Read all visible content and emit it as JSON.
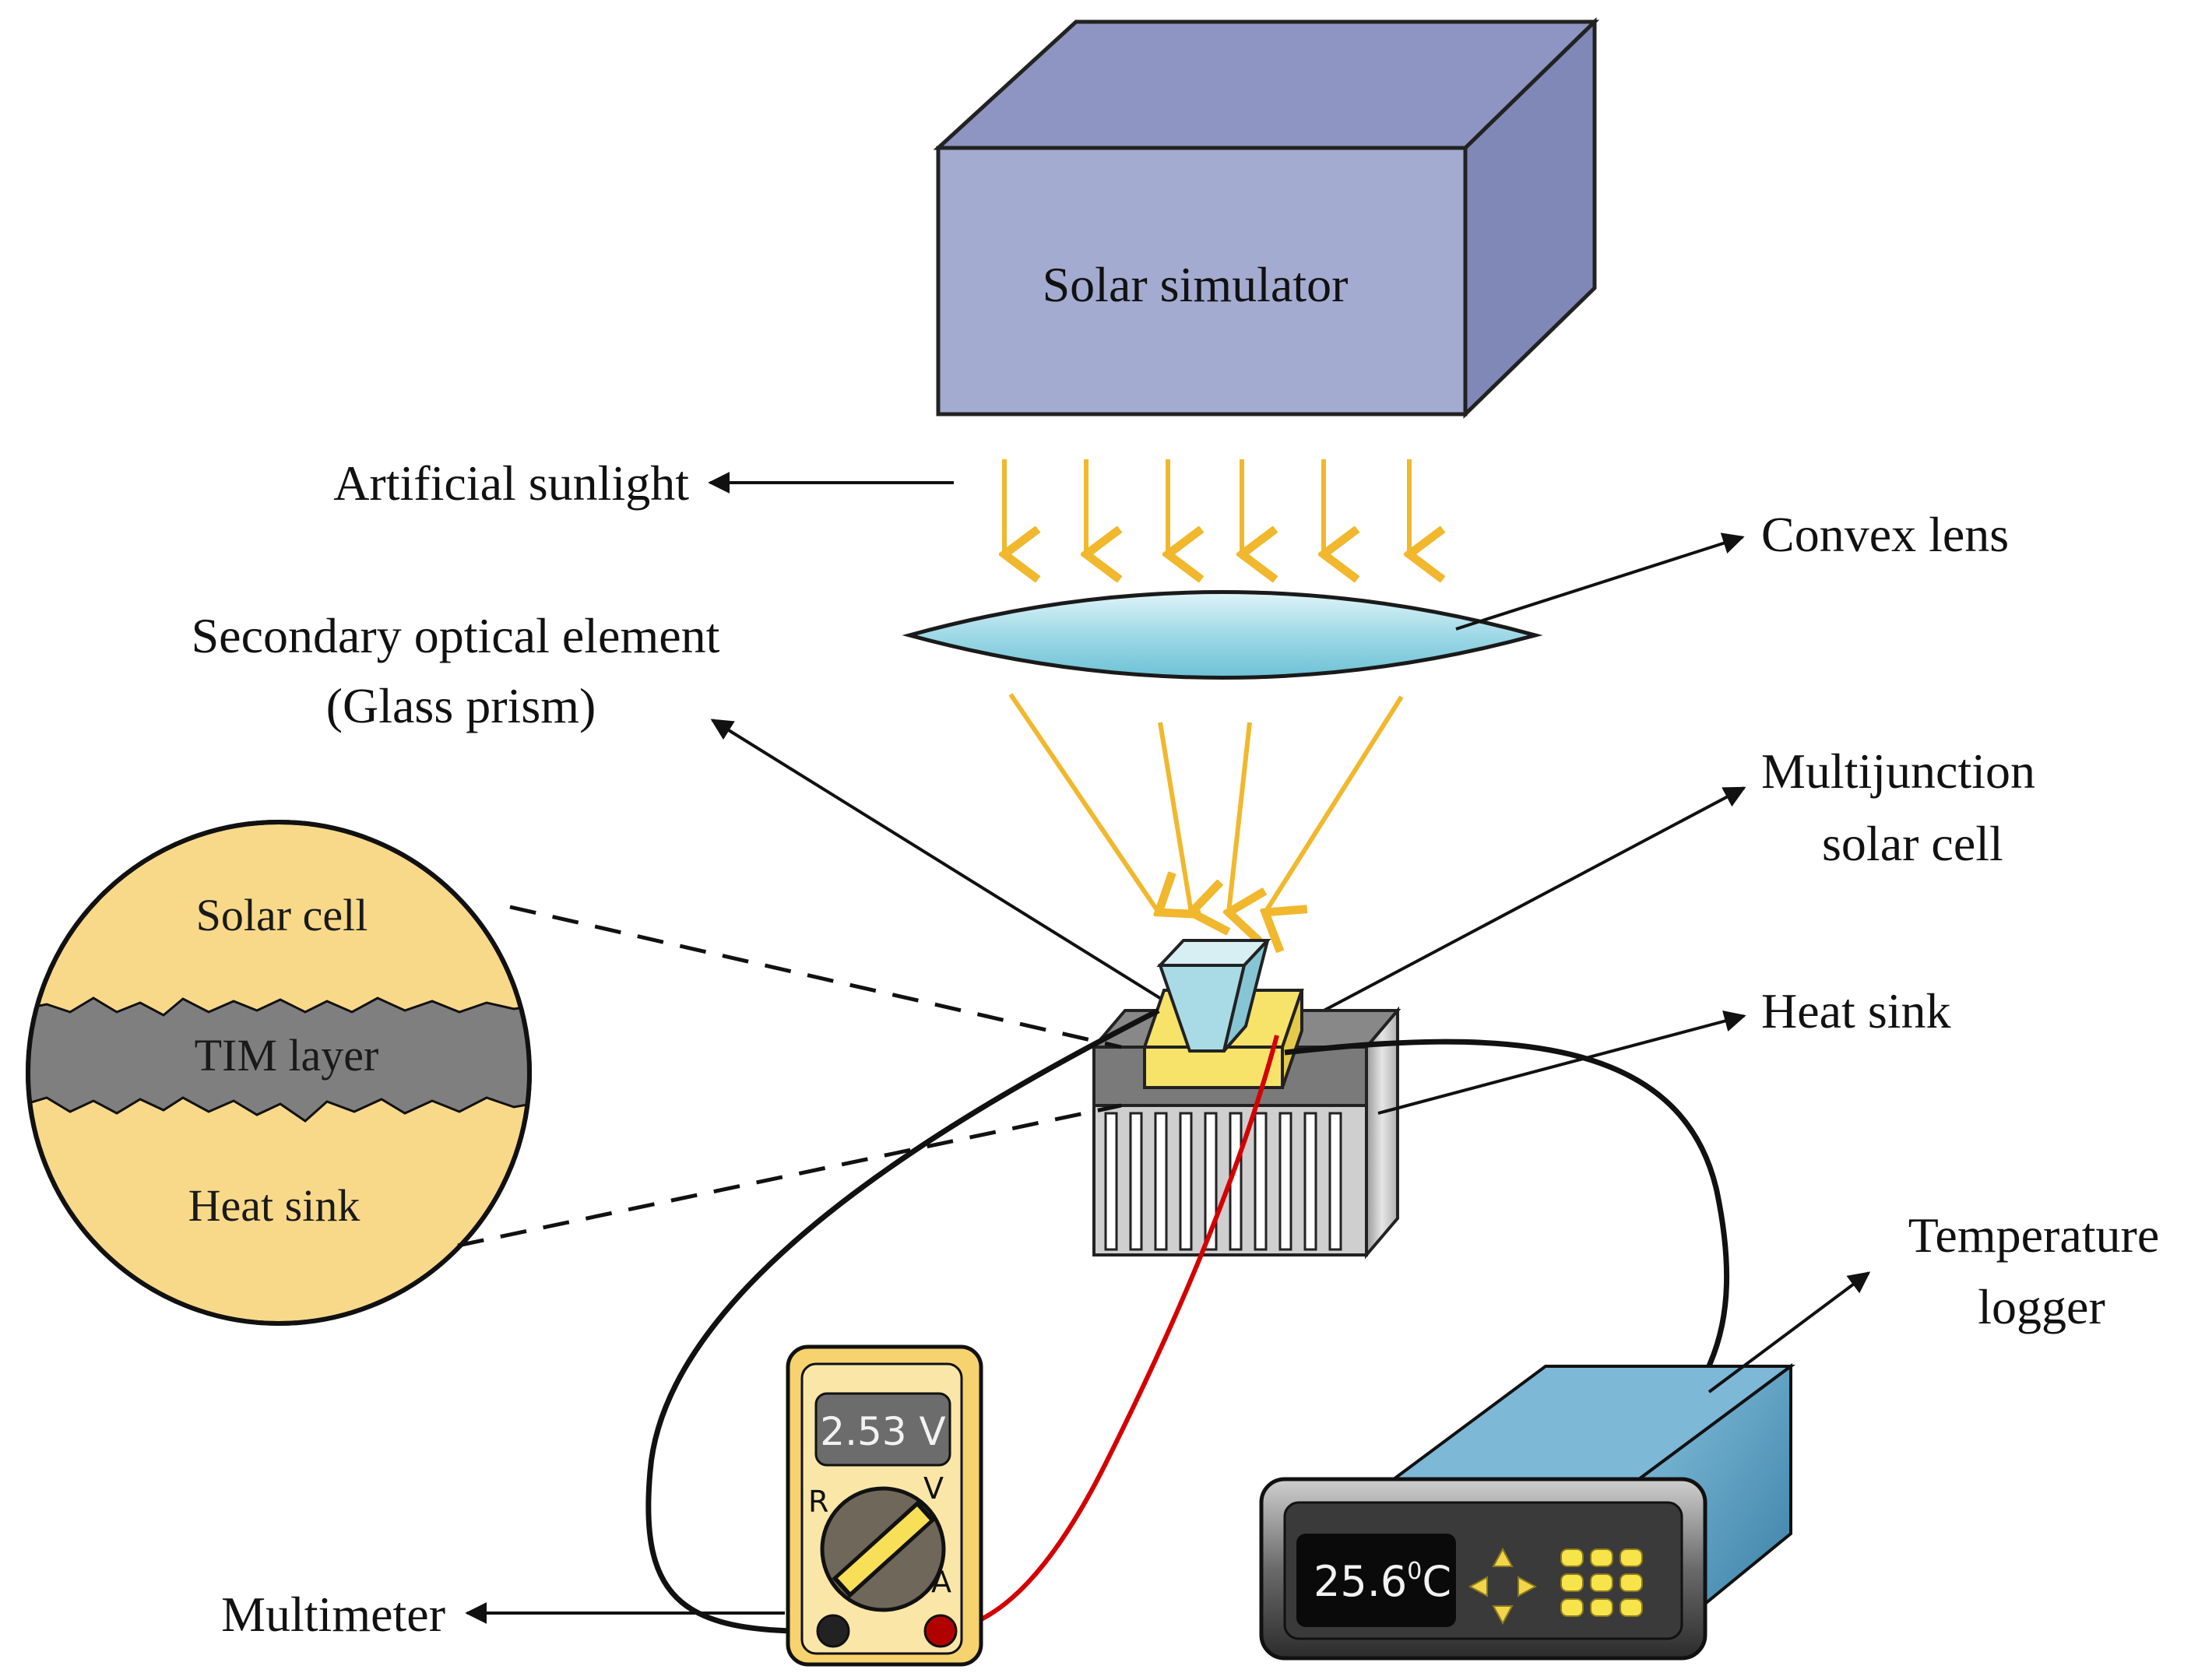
{
  "labels": {
    "solar_simulator": "Solar simulator",
    "artificial_sunlight": "Artificial sunlight",
    "convex_lens": "Convex lens",
    "secondary_optical_line1": "Secondary optical element",
    "secondary_optical_line2": "(Glass prism)",
    "multijunction_line1": "Multijunction",
    "multijunction_line2": "solar cell",
    "heat_sink": "Heat sink",
    "temperature_logger_line1": "Temperature",
    "temperature_logger_line2": "logger",
    "multimeter": "Multimeter"
  },
  "inset": {
    "solar_cell": "Solar cell",
    "tim_layer": "TIM layer",
    "heat_sink": "Heat sink"
  },
  "multimeter": {
    "display": "2.53 V",
    "dial_r": "R",
    "dial_v": "V",
    "dial_a": "A"
  },
  "logger": {
    "display_value": "25.6",
    "display_sup": "0",
    "display_unit": "C"
  },
  "colors": {
    "simulator_front": "#a4abd0",
    "simulator_top": "#8e95c2",
    "simulator_side": "#8088b8",
    "sunlight": "#f1b82d",
    "lens": "#9fd9e6",
    "inset_fill": "#f8d98a",
    "tim_fill": "#7f7f7f",
    "red_wire": "#d40000",
    "logger_body": "#5ea3c6"
  }
}
